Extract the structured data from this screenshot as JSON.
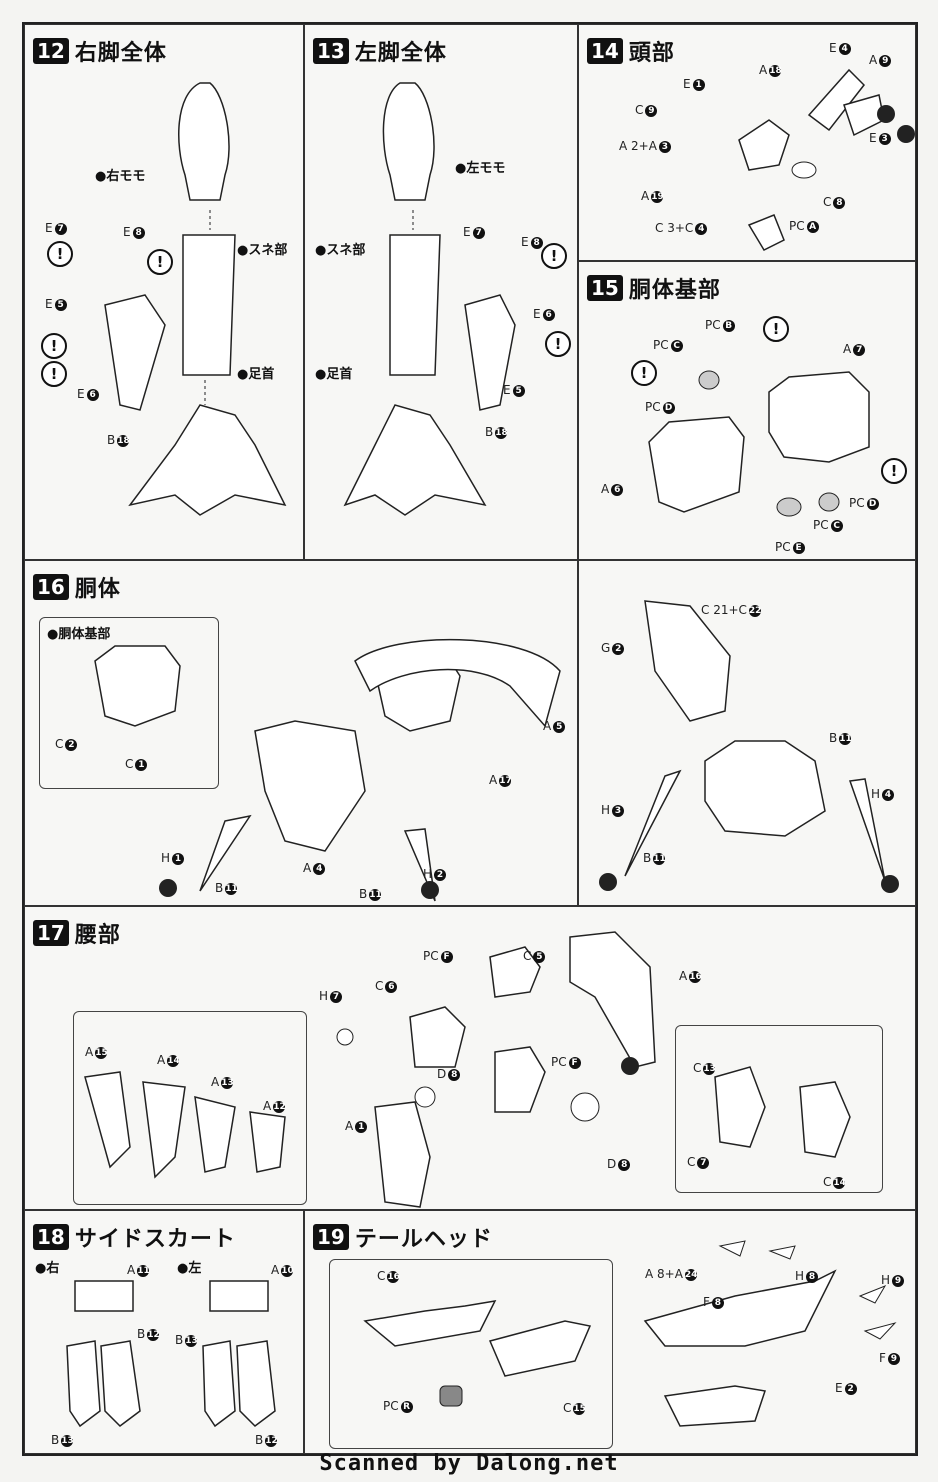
{
  "steps": {
    "s12": {
      "num": "12",
      "title": "右脚全体",
      "callouts": [
        "●右モモ",
        "●スネ部",
        "●足首"
      ]
    },
    "s13": {
      "num": "13",
      "title": "左脚全体",
      "callouts": [
        "●左モモ",
        "●スネ部",
        "●足首"
      ]
    },
    "s14": {
      "num": "14",
      "title": "頭部"
    },
    "s15": {
      "num": "15",
      "title": "胴体基部"
    },
    "s16": {
      "num": "16",
      "title": "胴体",
      "inset_callout": "●胴体基部"
    },
    "s17": {
      "num": "17",
      "title": "腰部"
    },
    "s18": {
      "num": "18",
      "title": "サイドスカート",
      "right": "●右",
      "left": "●左"
    },
    "s19": {
      "num": "19",
      "title": "テールヘッド"
    }
  },
  "labels": {
    "s12": [
      {
        "t": "E",
        "n": "7"
      },
      {
        "t": "E",
        "n": "8"
      },
      {
        "t": "E",
        "n": "5"
      },
      {
        "t": "E",
        "n": "6"
      },
      {
        "t": "B",
        "n": "18"
      }
    ],
    "s13": [
      {
        "t": "E",
        "n": "7"
      },
      {
        "t": "E",
        "n": "8"
      },
      {
        "t": "E",
        "n": "6"
      },
      {
        "t": "E",
        "n": "5"
      },
      {
        "t": "B",
        "n": "18"
      }
    ],
    "s14": [
      {
        "t": "E",
        "n": "4"
      },
      {
        "t": "A",
        "n": "9"
      },
      {
        "t": "E",
        "n": "1"
      },
      {
        "t": "A",
        "n": "18"
      },
      {
        "t": "C",
        "n": "9"
      },
      {
        "t": "A 2+A",
        "n": "3"
      },
      {
        "t": "E",
        "n": "3"
      },
      {
        "t": "A",
        "n": "19"
      },
      {
        "t": "C",
        "n": "8"
      },
      {
        "t": "PC",
        "n": "A"
      },
      {
        "t": "C 3+C",
        "n": "4"
      }
    ],
    "s15": [
      {
        "t": "PC",
        "n": "B"
      },
      {
        "t": "PC",
        "n": "C"
      },
      {
        "t": "A",
        "n": "7"
      },
      {
        "t": "PC",
        "n": "D"
      },
      {
        "t": "A",
        "n": "6"
      },
      {
        "t": "PC",
        "n": "D"
      },
      {
        "t": "PC",
        "n": "C"
      },
      {
        "t": "PC",
        "n": "E"
      }
    ],
    "s16": [
      {
        "t": "C",
        "n": "2"
      },
      {
        "t": "C",
        "n": "1"
      },
      {
        "t": "A",
        "n": "5"
      },
      {
        "t": "A",
        "n": "17"
      },
      {
        "t": "H",
        "n": "1"
      },
      {
        "t": "B",
        "n": "11"
      },
      {
        "t": "A",
        "n": "4"
      },
      {
        "t": "B",
        "n": "11"
      },
      {
        "t": "H",
        "n": "2"
      },
      {
        "t": "C 21+C",
        "n": "22"
      },
      {
        "t": "G",
        "n": "2"
      },
      {
        "t": "B",
        "n": "11"
      },
      {
        "t": "H",
        "n": "4"
      },
      {
        "t": "H",
        "n": "3"
      },
      {
        "t": "B",
        "n": "11"
      }
    ],
    "s17": [
      {
        "t": "PC",
        "n": "F"
      },
      {
        "t": "C",
        "n": "5"
      },
      {
        "t": "A",
        "n": "16"
      },
      {
        "t": "H",
        "n": "7"
      },
      {
        "t": "C",
        "n": "6"
      },
      {
        "t": "PC",
        "n": "F"
      },
      {
        "t": "D",
        "n": "8"
      },
      {
        "t": "A",
        "n": "1"
      },
      {
        "t": "D",
        "n": "8"
      },
      {
        "t": "A",
        "n": "15"
      },
      {
        "t": "A",
        "n": "14"
      },
      {
        "t": "A",
        "n": "13"
      },
      {
        "t": "A",
        "n": "12"
      },
      {
        "t": "C",
        "n": "13"
      },
      {
        "t": "C",
        "n": "7"
      },
      {
        "t": "C",
        "n": "14"
      }
    ],
    "s18": [
      {
        "t": "A",
        "n": "11"
      },
      {
        "t": "B",
        "n": "12"
      },
      {
        "t": "B",
        "n": "13"
      },
      {
        "t": "A",
        "n": "10"
      },
      {
        "t": "B",
        "n": "13"
      },
      {
        "t": "B",
        "n": "12"
      }
    ],
    "s19": [
      {
        "t": "A 8+A",
        "n": "24"
      },
      {
        "t": "H",
        "n": "8"
      },
      {
        "t": "H",
        "n": "9"
      },
      {
        "t": "F",
        "n": "8"
      },
      {
        "t": "F",
        "n": "9"
      },
      {
        "t": "E",
        "n": "2"
      },
      {
        "t": "C",
        "n": "16"
      },
      {
        "t": "PC",
        "n": "R"
      },
      {
        "t": "C",
        "n": "15"
      }
    ]
  },
  "warning_symbol": "!",
  "footer": "Scanned by Dalong.net"
}
